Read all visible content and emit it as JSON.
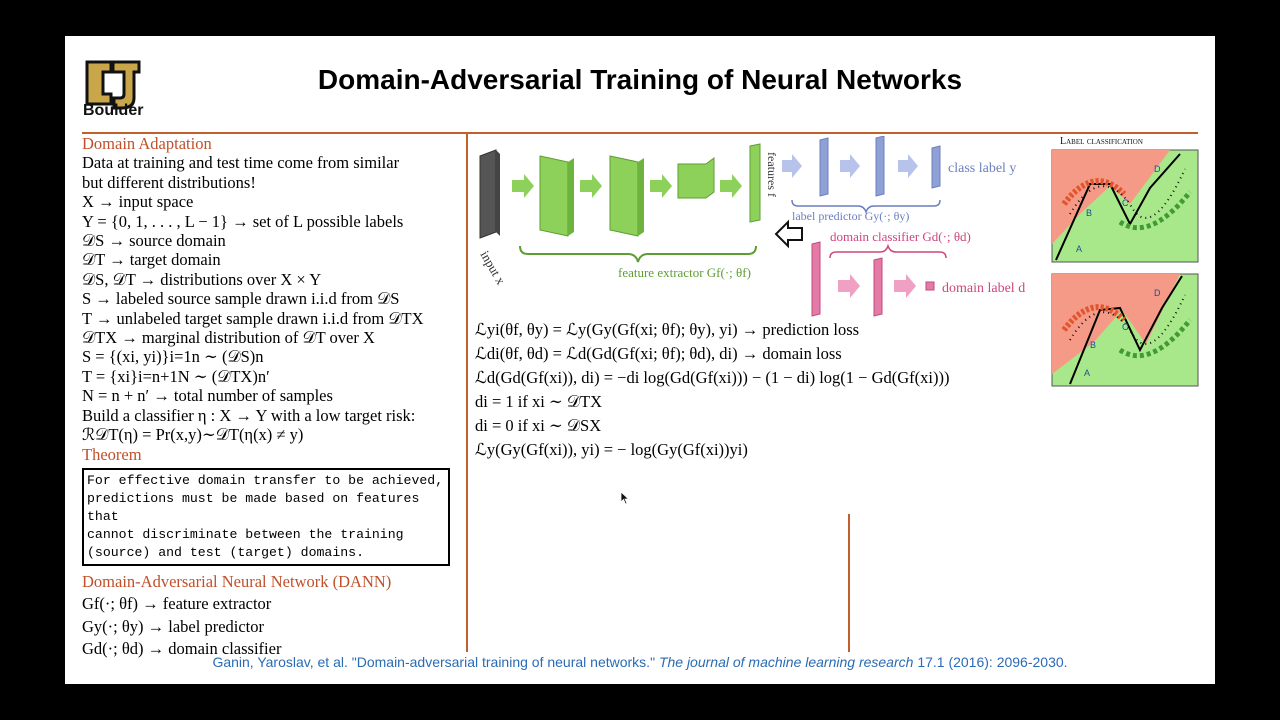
{
  "header": {
    "logo_text": "Boulder",
    "title": "Domain-Adversarial Training of Neural Networks"
  },
  "left": {
    "section1": "Domain Adaptation",
    "lines": [
      "Data at training and test time come from similar",
      "but different distributions!",
      "X → input space",
      "Y = {0, 1, . . . , L − 1} → set of L possible labels",
      "𝒟S → source domain",
      "𝒟T → target domain",
      "𝒟S, 𝒟T → distributions over X × Y",
      "S → labeled source sample drawn i.i.d from 𝒟S",
      "T → unlabeled target sample drawn i.i.d from 𝒟TX",
      "𝒟TX → marginal distribution of 𝒟T over X",
      "S = {(xi, yi)}i=1n ∼ (𝒟S)n",
      "T = {xi}i=n+1N ∼ (𝒟TX)n′",
      "N = n + n′ → total number of samples",
      "Build a classifier η : X → Y with a low target risk:",
      "ℛ𝒟T(η) = Pr(x,y)∼𝒟T(η(x) ≠ y)"
    ],
    "section2": "Theorem",
    "theorem_lines": [
      "For effective domain transfer to be achieved,",
      "predictions must be made based on features that",
      "cannot discriminate between the training",
      "(source) and test (target) domains."
    ],
    "section3": "Domain-Adversarial Neural Network (DANN)",
    "dann_lines": [
      "Gf(·; θf) → feature extractor",
      "Gy(·; θy) → label predictor",
      "Gd(·; θd) → domain classifier"
    ]
  },
  "diagram": {
    "input_label": "input x",
    "features_label": "features f",
    "feature_extractor": "feature extractor Gf(·; θf)",
    "label_predictor": "label predictor Gy(·; θy)",
    "class_label": "class label y",
    "domain_classifier": "domain classifier Gd(·; θd)",
    "domain_label": "domain label d"
  },
  "equations": [
    "ℒyi(θf, θy) = ℒy(Gy(Gf(xi; θf); θy), yi) → prediction loss",
    "ℒdi(θf, θd) = ℒd(Gd(Gf(xi; θf); θd), di) → domain loss",
    "ℒd(Gd(Gf(xi)), di) = −di log(Gd(Gf(xi))) − (1 − di) log(1 − Gd(Gf(xi)))",
    "di = 1 if xi ∼ 𝒟TX",
    "di = 0 if xi ∼ 𝒟SX",
    "ℒy(Gy(Gf(xi)), yi) = − log(Gy(Gf(xi))yi)"
  ],
  "thumbnails": {
    "title": "Label classification",
    "point_labels": [
      "A",
      "B",
      "C",
      "D"
    ]
  },
  "citation": {
    "authors": "Ganin, Yaroslav, et al. \"Domain-adversarial training of neural networks.\"",
    "journal": "The journal of machine learning research",
    "details": "17.1 (2016): 2096-2030."
  },
  "colors": {
    "accent": "#c0502b",
    "green": "#8ed15a",
    "blue": "#8fa0d6",
    "pink": "#e47aa6",
    "citation": "#2a6bb5"
  }
}
